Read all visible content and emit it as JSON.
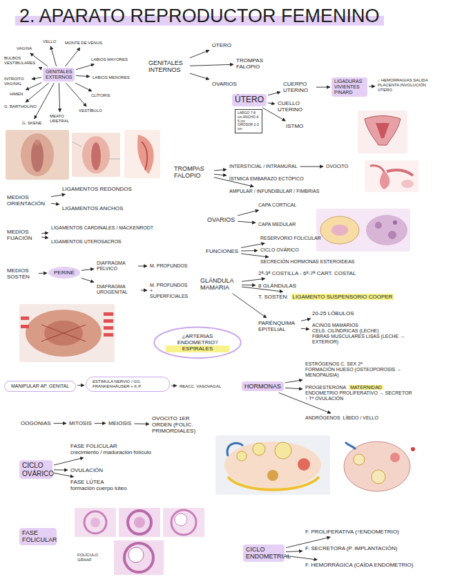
{
  "diagram": {
    "title": "2. APARATO REPRODUCTOR FEMENINO",
    "nodes": [
      {
        "text": [
          "GENITALES EXTERNOS"
        ]
      },
      {
        "text": [
          "VAGINA"
        ]
      },
      {
        "text": [
          "VELLO"
        ]
      },
      {
        "text": [
          "MONTE DE VENUS"
        ]
      },
      {
        "text": [
          "LABIOS MAYORES"
        ]
      },
      {
        "text": [
          "LABIOS MENORES"
        ]
      },
      {
        "text": [
          "CLÍTORIS"
        ]
      },
      {
        "text": [
          "VESTÍBULO"
        ]
      },
      {
        "text": [
          "MEATO URETRAL"
        ]
      },
      {
        "text": [
          "G. SKENE"
        ]
      },
      {
        "text": [
          "G. BARTHOLINO"
        ]
      },
      {
        "text": [
          "HIMEN"
        ]
      },
      {
        "text": [
          "INTROITO VAGINAL"
        ]
      },
      {
        "text": [
          "BULBOS VESTIBULARES"
        ]
      },
      {
        "text": [
          "GENITALES INTERNOS"
        ]
      },
      {
        "text": [
          "ÚTERO"
        ]
      },
      {
        "text": [
          "TROMPAS FALOPIO"
        ]
      },
      {
        "text": [
          "OVARIOS"
        ]
      },
      {
        "text": [
          "ÚTERO"
        ]
      },
      {
        "text": [
          "LARGO 7-8 cm ANCHO 4-5 cm GROSOR 2-3 cm"
        ]
      },
      {
        "text": [
          "CUERPO UTERINO"
        ]
      },
      {
        "text": [
          "CUELLO UTERINO"
        ]
      },
      {
        "text": [
          "ISTMO"
        ]
      },
      {
        "text": [
          "LIGADURAS VIVIENTES PINARD"
        ]
      },
      {
        "text": [
          "↓ HEMORRAGIAS SALIDA PLACENTA INVOLUCIÓN ÚTERO"
        ]
      },
      {
        "text": [
          "TROMPAS FALOPIO"
        ]
      },
      {
        "text": [
          "INTERSTICIAL / INTRAMURAL"
        ]
      },
      {
        "text": [
          "OVOCITO"
        ]
      },
      {
        "text": [
          "ÍSTMICA EMBARAZO ECTÓPICO"
        ]
      },
      {
        "text": [
          "AMPULAR / INFUNDIBULAR / FIMBRIAS"
        ]
      },
      {
        "text": [
          "MEDIOS ORIENTACIÓN"
        ]
      },
      {
        "text": [
          "LIGAMENTOS REDONDOS"
        ]
      },
      {
        "text": [
          "LIGAMENTOS ANCHOS"
        ]
      },
      {
        "text": [
          "MEDIOS FIJACIÓN"
        ]
      },
      {
        "text": [
          "LIGAMENTOS CARDINALES / MACKENRODT"
        ]
      },
      {
        "text": [
          "LIGAMENTOS UTEROSACROS"
        ]
      },
      {
        "text": [
          "MEDIOS SOSTÉN"
        ]
      },
      {
        "text": [
          "PERINÉ"
        ]
      },
      {
        "text": [
          "DIAFRAGMA PÉLVICO"
        ]
      },
      {
        "text": [
          "DIAFRAGMA UROGENITAL"
        ]
      },
      {
        "text": [
          "M. PROFUNDOS"
        ]
      },
      {
        "text": [
          "M. PROFUNDOS + SUPERFICIALES"
        ]
      },
      {
        "text": [
          "OVARIOS"
        ]
      },
      {
        "text": [
          "CAPA CORTICAL"
        ]
      },
      {
        "text": [
          "CAPA MEDULAR"
        ]
      },
      {
        "text": [
          "FUNCIONES"
        ]
      },
      {
        "text": [
          "RESERVORIO FOLICULAR"
        ]
      },
      {
        "text": [
          "CICLO OVÁRICO"
        ]
      },
      {
        "text": [
          "SECRECIÓN HORMONAS ESTEROIDEAS"
        ]
      },
      {
        "text": [
          "GLÁNDULA MAMARIA"
        ]
      },
      {
        "text": [
          "2ª-3ª COSTILLA - 6ª-7ª CART. COSTAL"
        ]
      },
      {
        "text": [
          "8 GLÁNDULAS"
        ]
      },
      {
        "text": [
          "T. SOSTÉN:",
          "LIGAMENTO SUSPENSORIO COOPER"
        ]
      },
      {
        "text": [
          "PARÉNQUIMA EPITELIAL"
        ]
      },
      {
        "text": [
          "20-25 LÓBULOS"
        ]
      },
      {
        "text": [
          "ACINOS MAMARIOS",
          "CELS. CILÍNDRICAS (LECHE)",
          "FIBRAS MUSCULARES LISAS (LECHE → EXTERIOR)"
        ]
      },
      {
        "text": [
          "¿ARTERIAS ENDOMETRIO?",
          "ESPIRALES"
        ]
      },
      {
        "text": [
          "MANIPULAR AP. GENITAL"
        ]
      },
      {
        "text": [
          "ESTIMULA NERVIO / GG. FRANKENHÄUSER + K.P."
        ]
      },
      {
        "text": [
          "REACC. VASOVAGAL"
        ]
      },
      {
        "text": [
          "HORMONAS"
        ]
      },
      {
        "text": [
          "ESTRÓGENOS C. SEX 2ª",
          "FORMACIÓN HUESO (OSTEOPOROSIS → MENOPAUSIA)"
        ]
      },
      {
        "text": [
          "PROGESTERONA",
          "MATERNIDAD",
          "ENDOMETRIO PROLIFERATIVO → SECRETOR",
          "↑ Tª OVULACIÓN"
        ]
      },
      {
        "text": [
          "ANDRÓGENOS",
          "LÍBIDO / VELLO"
        ]
      },
      {
        "text": [
          "OOGONIAS"
        ]
      },
      {
        "text": [
          "MITOSIS"
        ]
      },
      {
        "text": [
          "MEIOSIS"
        ]
      },
      {
        "text": [
          "OVOCITO 1ER ORDEN (FOLÍC. PRIMORDIALES)"
        ]
      },
      {
        "text": [
          "CICLO OVÁRICO"
        ]
      },
      {
        "text": [
          "FASE FOLICULAR",
          "crecimiento / maduración folículo"
        ]
      },
      {
        "text": [
          "OVULACIÓN"
        ]
      },
      {
        "text": [
          "FASE LÚTEA",
          "formación cuerpo lúteo"
        ]
      },
      {
        "text": [
          "FASE FOLICULAR"
        ]
      },
      {
        "text": [
          "CICLO ENDOMETRIAL"
        ]
      },
      {
        "text": [
          "F. PROLIFERATIVA (↑ENDOMETRIO)"
        ]
      },
      {
        "text": [
          "F. SECRETORA (P. IMPLANTACIÓN)"
        ]
      },
      {
        "text": [
          "F. HEMORRÁGICA (CAÍDA ENDOMETRIO)"
        ]
      }
    ],
    "edges": [
      {
        "from": 0,
        "to": 1,
        "arrow": "to"
      },
      {
        "from": 0,
        "to": 2,
        "arrow": "to"
      },
      {
        "from": 0,
        "to": 3,
        "arrow": "to"
      },
      {
        "from": 0,
        "to": 4,
        "arrow": "to"
      },
      {
        "from": 0,
        "to": 5,
        "arrow": "to"
      },
      {
        "from": 0,
        "to": 6,
        "arrow": "to"
      },
      {
        "from": 0,
        "to": 7,
        "arrow": "to"
      },
      {
        "from": 0,
        "to": 8,
        "arrow": "to"
      },
      {
        "from": 0,
        "to": 9,
        "arrow": "to"
      },
      {
        "from": 0,
        "to": 10,
        "arrow": "to"
      },
      {
        "from": 0,
        "to": 11,
        "arrow": "to"
      },
      {
        "from": 0,
        "to": 12,
        "arrow": "to"
      },
      {
        "from": 0,
        "to": 13,
        "arrow": "to"
      },
      {
        "from": 14,
        "to": 15,
        "arrow": "to"
      },
      {
        "from": 14,
        "to": 16,
        "arrow": "to"
      },
      {
        "from": 14,
        "to": 17,
        "arrow": "to"
      },
      {
        "from": 18,
        "to": 20,
        "arrow": "to"
      },
      {
        "from": 18,
        "to": 21,
        "arrow": "to"
      },
      {
        "from": 18,
        "to": 22,
        "arrow": "to"
      },
      {
        "from": 20,
        "to": 23,
        "arrow": "to"
      },
      {
        "from": 23,
        "to": 24,
        "arrow": "to"
      },
      {
        "from": 25,
        "to": 26,
        "arrow": "to"
      },
      {
        "from": 25,
        "to": 28,
        "arrow": "to"
      },
      {
        "from": 25,
        "to": 29,
        "arrow": "to"
      },
      {
        "from": 26,
        "to": 27,
        "arrow": "to"
      },
      {
        "from": 30,
        "to": 31,
        "arrow": "to"
      },
      {
        "from": 30,
        "to": 32,
        "arrow": "to"
      },
      {
        "from": 33,
        "to": 34,
        "arrow": "to"
      },
      {
        "from": 33,
        "to": 35,
        "arrow": "to"
      },
      {
        "from": 36,
        "to": 37,
        "arrow": "to"
      },
      {
        "from": 37,
        "to": 38,
        "arrow": "to"
      },
      {
        "from": 37,
        "to": 39,
        "arrow": "to"
      },
      {
        "from": 38,
        "to": 40,
        "arrow": "to"
      },
      {
        "from": 39,
        "to": 41,
        "arrow": "to"
      },
      {
        "from": 42,
        "to": 43,
        "arrow": "to"
      },
      {
        "from": 42,
        "to": 44,
        "arrow": "to"
      },
      {
        "from": 45,
        "to": 46,
        "arrow": "to"
      },
      {
        "from": 45,
        "to": 47,
        "arrow": "to"
      },
      {
        "from": 45,
        "to": 48,
        "arrow": "to"
      },
      {
        "from": 49,
        "to": 50,
        "arrow": "to"
      },
      {
        "from": 49,
        "to": 51,
        "arrow": "to"
      },
      {
        "from": 49,
        "to": 52,
        "arrow": "to"
      },
      {
        "from": 49,
        "to": 53,
        "arrow": "to"
      },
      {
        "from": 53,
        "to": 54,
        "arrow": "to"
      },
      {
        "from": 53,
        "to": 55,
        "arrow": "to"
      },
      {
        "from": 57,
        "to": 58,
        "arrow": "to"
      },
      {
        "from": 58,
        "to": 59,
        "arrow": "to"
      },
      {
        "from": 60,
        "to": 61,
        "arrow": "to"
      },
      {
        "from": 60,
        "to": 62,
        "arrow": "to"
      },
      {
        "from": 60,
        "to": 63,
        "arrow": "to"
      },
      {
        "from": 64,
        "to": 65,
        "arrow": "to"
      },
      {
        "from": 65,
        "to": 66,
        "arrow": "to"
      },
      {
        "from": 66,
        "to": 67,
        "arrow": "to"
      },
      {
        "from": 68,
        "to": 69,
        "arrow": "to"
      },
      {
        "from": 68,
        "to": 70,
        "arrow": "to"
      },
      {
        "from": 68,
        "to": 71,
        "arrow": "to"
      },
      {
        "from": 73,
        "to": 74,
        "arrow": "to"
      },
      {
        "from": 73,
        "to": 75,
        "arrow": "to"
      },
      {
        "from": 73,
        "to": 76,
        "arrow": "to"
      }
    ],
    "labels": [
      "FOLÍCULO GRAAF"
    ]
  }
}
